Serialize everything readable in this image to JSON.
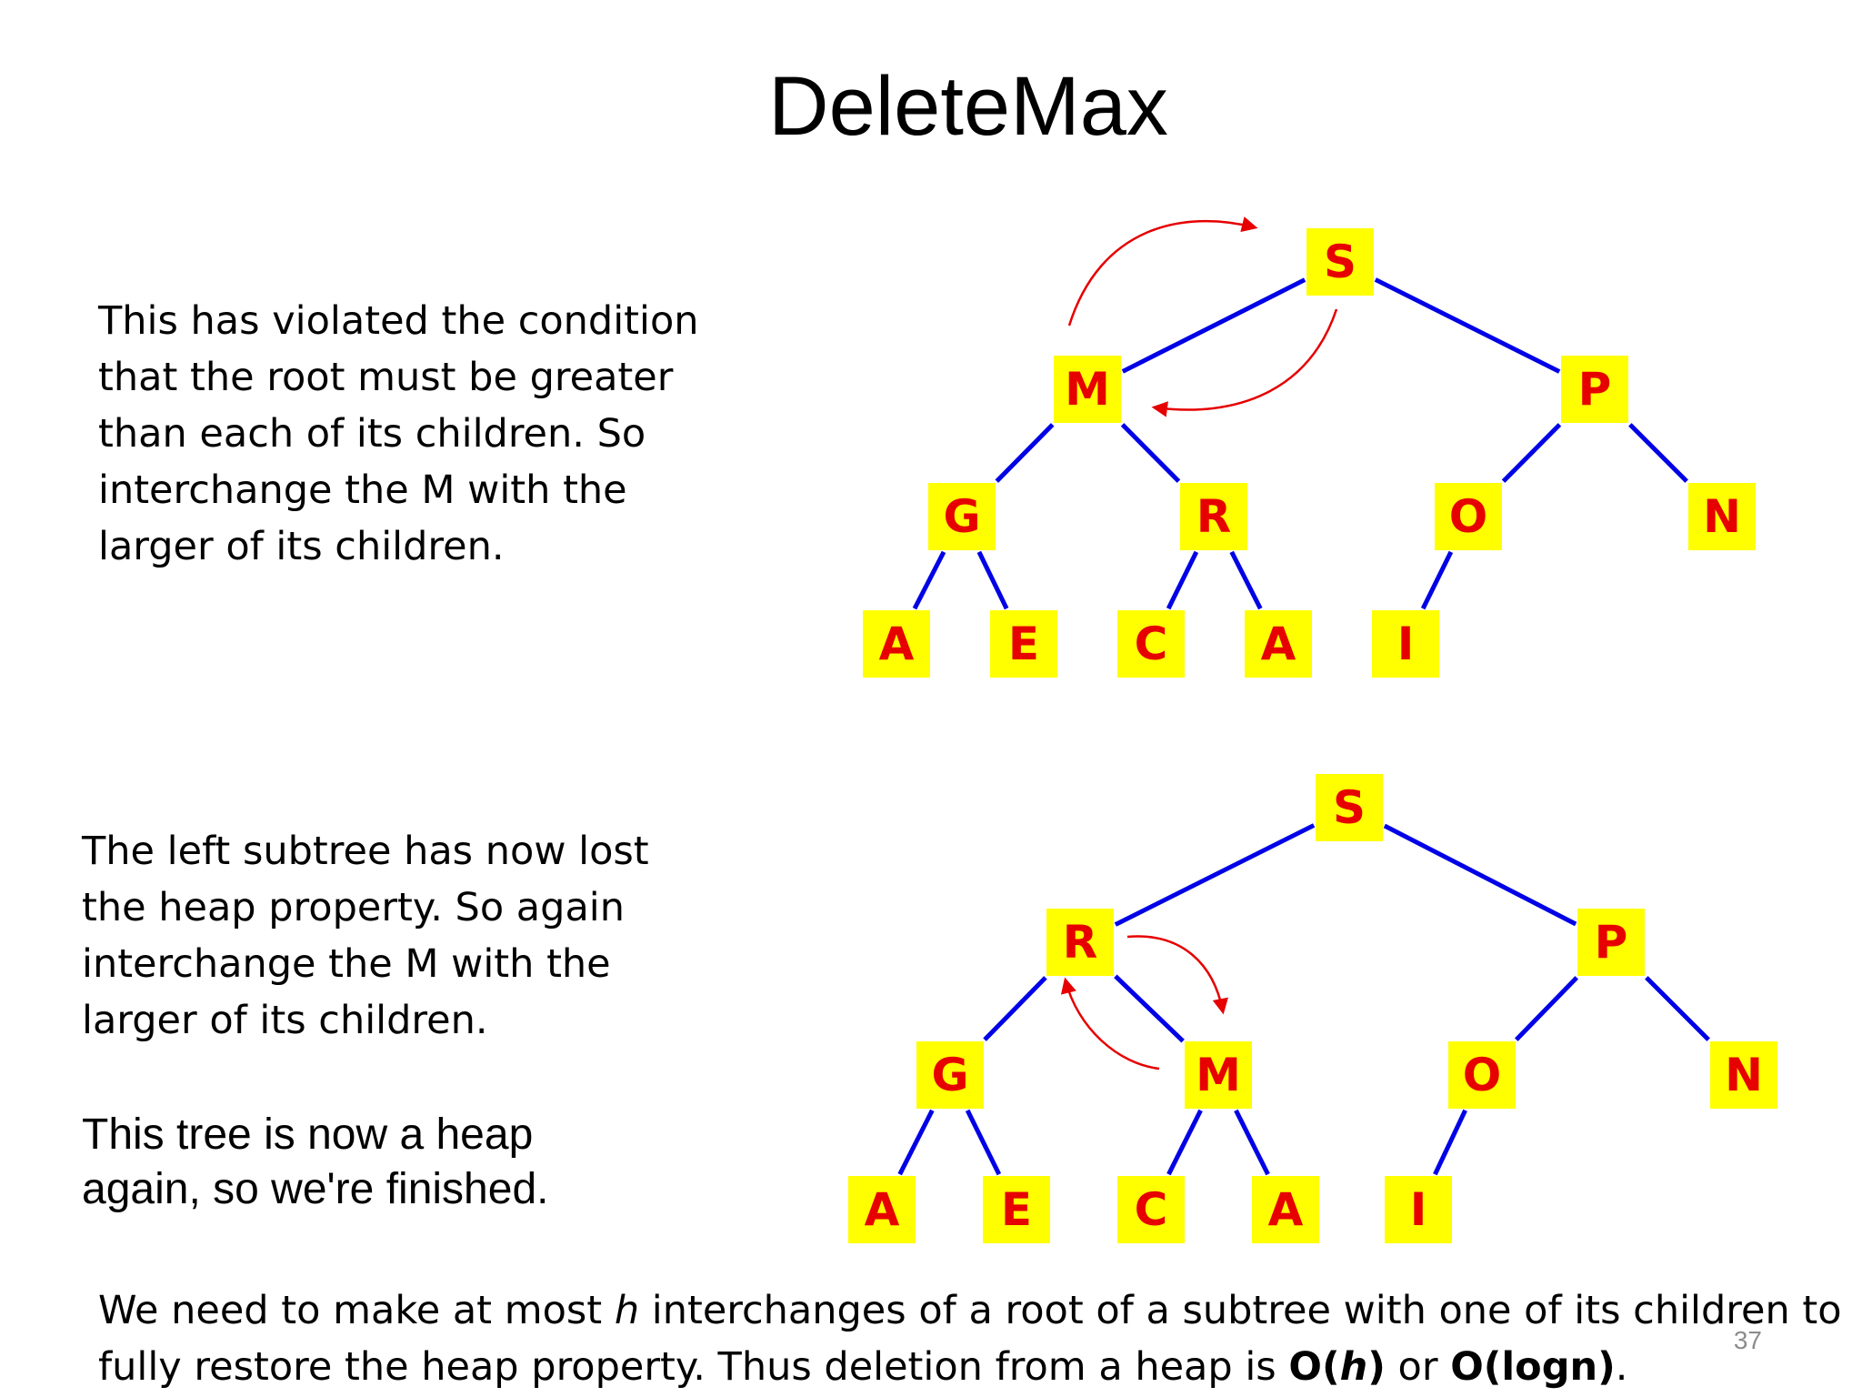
{
  "title": "DeleteMax",
  "para1": [
    "This has violated the condition",
    "that the root must be greater",
    "than each of its children. So",
    "interchange the M with the",
    "larger of its children."
  ],
  "para2": [
    "The left subtree has now lost",
    "the heap property. So again",
    "interchange the M with the",
    "larger of its children."
  ],
  "para3": [
    "This tree is now a heap",
    "again, so we're finished."
  ],
  "bottom": {
    "l1_a": "We need to make at most ",
    "l1_h": "h",
    "l1_b": " interchanges of a root of a subtree with one of its children to",
    "l2_a": "fully restore the heap property. Thus deletion from a heap is ",
    "l2_o1a": "O(",
    "l2_o1h": "h",
    "l2_o1b": ")",
    "l2_or": " or ",
    "l2_o2a": "O(logn",
    "l2_o2b": ")",
    "l2_end": "."
  },
  "page_number": "37",
  "colors": {
    "node_fill": "#ffff00",
    "node_text": "#e60000",
    "edge": "#0000e6",
    "swap_arrow": "#e60000"
  },
  "trees": [
    {
      "nodes": [
        "S",
        "M",
        "P",
        "G",
        "R",
        "O",
        "N",
        "A",
        "E",
        "C",
        "A",
        "I"
      ],
      "edges": [
        [
          0,
          1
        ],
        [
          0,
          2
        ],
        [
          1,
          3
        ],
        [
          1,
          4
        ],
        [
          2,
          5
        ],
        [
          2,
          6
        ],
        [
          3,
          7
        ],
        [
          3,
          8
        ],
        [
          4,
          9
        ],
        [
          4,
          10
        ],
        [
          5,
          11
        ]
      ]
    },
    {
      "nodes": [
        "S",
        "R",
        "P",
        "G",
        "M",
        "O",
        "N",
        "A",
        "E",
        "C",
        "A",
        "I"
      ],
      "edges": [
        [
          0,
          1
        ],
        [
          0,
          2
        ],
        [
          1,
          3
        ],
        [
          1,
          4
        ],
        [
          2,
          5
        ],
        [
          2,
          6
        ],
        [
          3,
          7
        ],
        [
          3,
          8
        ],
        [
          4,
          9
        ],
        [
          4,
          10
        ],
        [
          5,
          11
        ]
      ]
    }
  ]
}
